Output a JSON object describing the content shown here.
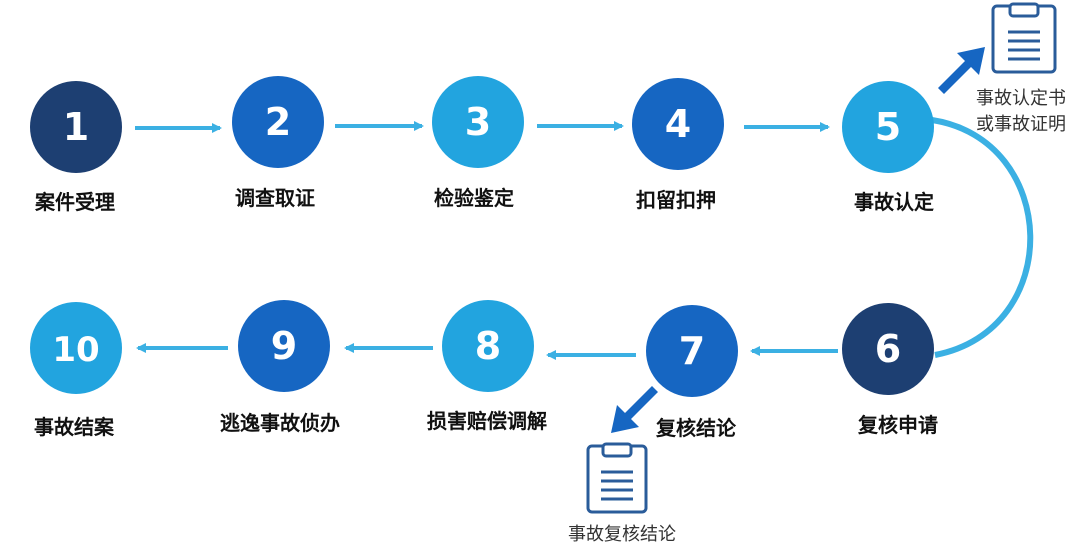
{
  "steps": [
    {
      "number": "1",
      "label": "案件受理",
      "color": "#1d3f72"
    },
    {
      "number": "2",
      "label": "调查取证",
      "color": "#1666c2"
    },
    {
      "number": "3",
      "label": "检验鉴定",
      "color": "#22a4df"
    },
    {
      "number": "4",
      "label": "扣留扣押",
      "color": "#1666c2"
    },
    {
      "number": "5",
      "label": "事故认定",
      "color": "#22a4df"
    },
    {
      "number": "6",
      "label": "复核申请",
      "color": "#1d3f72"
    },
    {
      "number": "7",
      "label": "复核结论",
      "color": "#1666c2"
    },
    {
      "number": "8",
      "label": "损害赔偿调解",
      "color": "#22a4df"
    },
    {
      "number": "9",
      "label": "逃逸事故侦办",
      "color": "#1666c2"
    },
    {
      "number": "10",
      "label": "事故结案",
      "color": "#22a4df"
    }
  ],
  "documents": {
    "accident_certificate": {
      "line1": "事故认定书",
      "line2": "或事故证明",
      "icon": "clipboard-icon"
    },
    "review_conclusion": {
      "line1": "事故复核结论",
      "icon": "clipboard-icon"
    }
  },
  "colors": {
    "connector": "#3bb0e3",
    "doc_arrow": "#1666c2",
    "doc_icon": "#2a5c9a"
  }
}
